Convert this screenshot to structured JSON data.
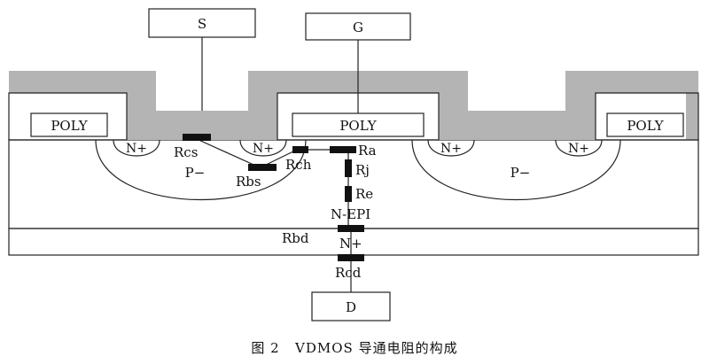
{
  "terminals": {
    "source": "S",
    "gate": "G",
    "drain": "D"
  },
  "poly_label": "POLY",
  "regions": {
    "n_plus": "N+",
    "p_minus": "P−",
    "n_epi": "N-EPI"
  },
  "resistances": {
    "rcs": "Rcs",
    "rbs": "Rbs",
    "rch": "Rch",
    "ra": "Ra",
    "rj": "Rj",
    "re": "Re",
    "rbd": "Rbd",
    "rcd": "Rcd"
  },
  "caption": "图 2   VDMOS 导通电阻的构成",
  "colors": {
    "metal": "#b4b4b4",
    "resistor": "#111111",
    "line": "#222222"
  }
}
